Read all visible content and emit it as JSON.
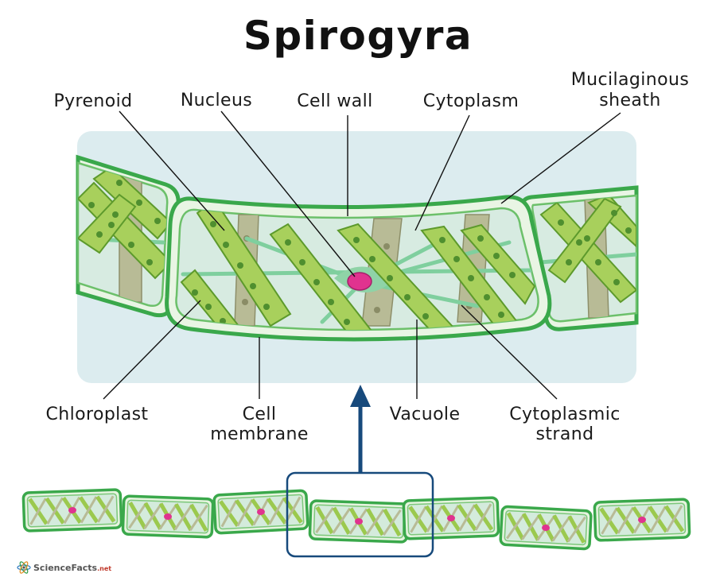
{
  "title": "Spirogyra",
  "labels": {
    "pyrenoid": "Pyrenoid",
    "nucleus": "Nucleus",
    "cell_wall": "Cell wall",
    "cytoplasm": "Cytoplasm",
    "mucilaginous_sheath": [
      "Mucilaginous",
      "sheath"
    ],
    "chloroplast": "Chloroplast",
    "cell_membrane": [
      "Cell",
      "membrane"
    ],
    "vacuole": "Vacuole",
    "cytoplasmic_strand": [
      "Cytoplasmic",
      "strand"
    ]
  },
  "logo": {
    "main": "ScienceFacts",
    "suffix": ".net"
  },
  "colors": {
    "background_panel": "#dcecef",
    "cell_wall": "#3aa84b",
    "chloroplast": "#a8d05c",
    "nucleus": "#e0338f",
    "arrow": "#174a7c",
    "zoom_box": "#174a7c"
  }
}
